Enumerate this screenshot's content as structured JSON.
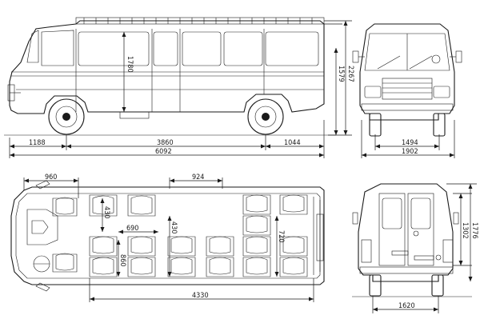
{
  "dimensions": {
    "front_overhang": "1188",
    "wheelbase": "3860",
    "rear_overhang": "1044",
    "overall_length": "6092",
    "interior_height": "1780",
    "roof_height": "1579",
    "overall_height": "2267",
    "front_track": "1494",
    "overall_width_front": "1902",
    "cab_width": "960",
    "aisle_offset": "924",
    "seat_pitch_row1": "430",
    "seat_pitch_row2": "430",
    "seat_spacing": "690",
    "front_seat_depth": "860",
    "side_offset": "720",
    "cargo_length": "4330",
    "rear_door_height": "1302",
    "interior_width": "1776",
    "rear_track": "1620"
  }
}
